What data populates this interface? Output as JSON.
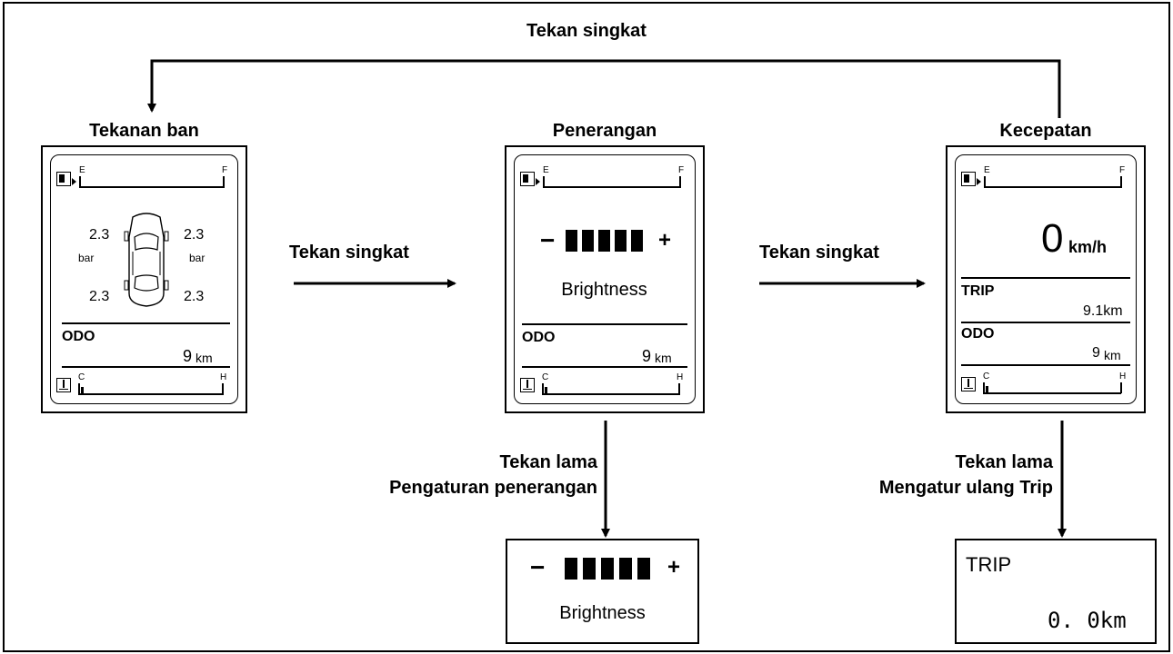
{
  "arrows": {
    "top_label": "Tekan singkat",
    "mid_left_label": "Tekan singkat",
    "mid_right_label": "Tekan singkat",
    "long_press_1": "Tekan lama",
    "long_press_1_sub": "Pengaturan penerangan",
    "long_press_2": "Tekan lama",
    "long_press_2_sub": "Mengatur ulang Trip"
  },
  "screens": {
    "tire": {
      "title": "Tekanan ban",
      "fuel_e": "E",
      "fuel_f": "F",
      "fl": "2.3",
      "fr": "2.3",
      "rl": "2.3",
      "rr": "2.3",
      "unit_l": "bar",
      "unit_r": "bar",
      "odo_label": "ODO",
      "odo_value": "9",
      "odo_unit": "km",
      "temp_c": "C",
      "temp_h": "H"
    },
    "lighting": {
      "title": "Penerangan",
      "fuel_e": "E",
      "fuel_f": "F",
      "minus": "−",
      "plus": "+",
      "brightness_level": 5,
      "brightness_label": "Brightness",
      "odo_label": "ODO",
      "odo_value": "9",
      "odo_unit": "km",
      "temp_c": "C",
      "temp_h": "H"
    },
    "speed": {
      "title": "Kecepatan",
      "fuel_e": "E",
      "fuel_f": "F",
      "speed_value": "0",
      "speed_unit": "km/h",
      "trip_label": "TRIP",
      "trip_value": "9.1km",
      "odo_label": "ODO",
      "odo_value": "9",
      "odo_unit": "km",
      "temp_c": "C",
      "temp_h": "H"
    },
    "brightness_adjust": {
      "minus": "−",
      "plus": "+",
      "brightness_level": 5,
      "brightness_label": "Brightness"
    },
    "trip_reset": {
      "trip_label": "TRIP",
      "trip_value": "0. 0km"
    }
  }
}
